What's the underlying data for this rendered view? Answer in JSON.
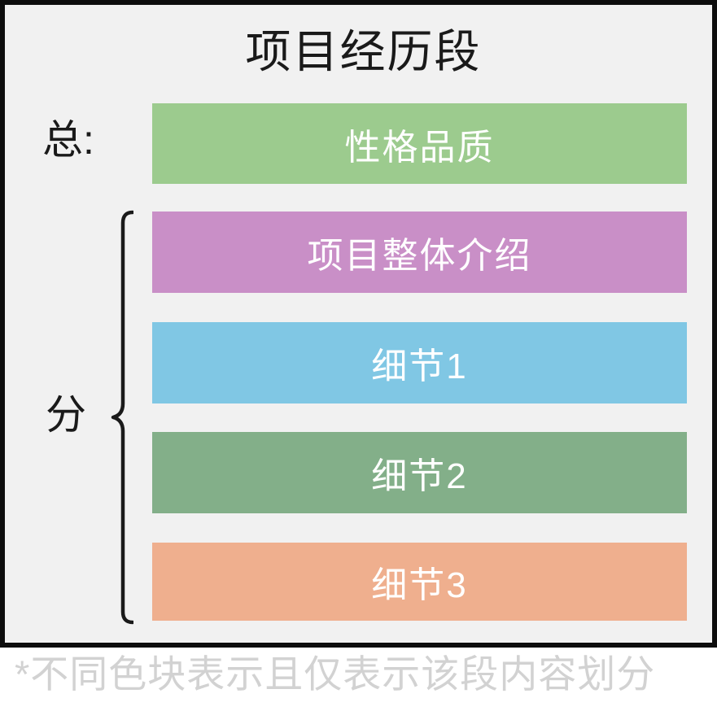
{
  "diagram": {
    "title": "项目经历段",
    "summary": {
      "label": "总:",
      "block": {
        "text": "性格品质",
        "color": "#9CCB8E"
      }
    },
    "detail": {
      "label": "分",
      "brace_icon": "curly-brace-left",
      "blocks": [
        {
          "text": "项目整体介绍",
          "color": "#C98FC7"
        },
        {
          "text": "细节1",
          "color": "#80C7E4"
        },
        {
          "text": "细节2",
          "color": "#83AF89"
        },
        {
          "text": "细节3",
          "color": "#EFAF8E"
        }
      ]
    },
    "footer_note": "*不同色块表示且仅表示该段内容划分",
    "colors": {
      "canvas_background": "#FFFFFF",
      "frame_background": "#F1F1F1",
      "frame_border": "#0D0D0D",
      "title_text": "#1A1A1A",
      "block_text": "#FFFFFF",
      "footer_text": "#D2D2D2"
    }
  }
}
